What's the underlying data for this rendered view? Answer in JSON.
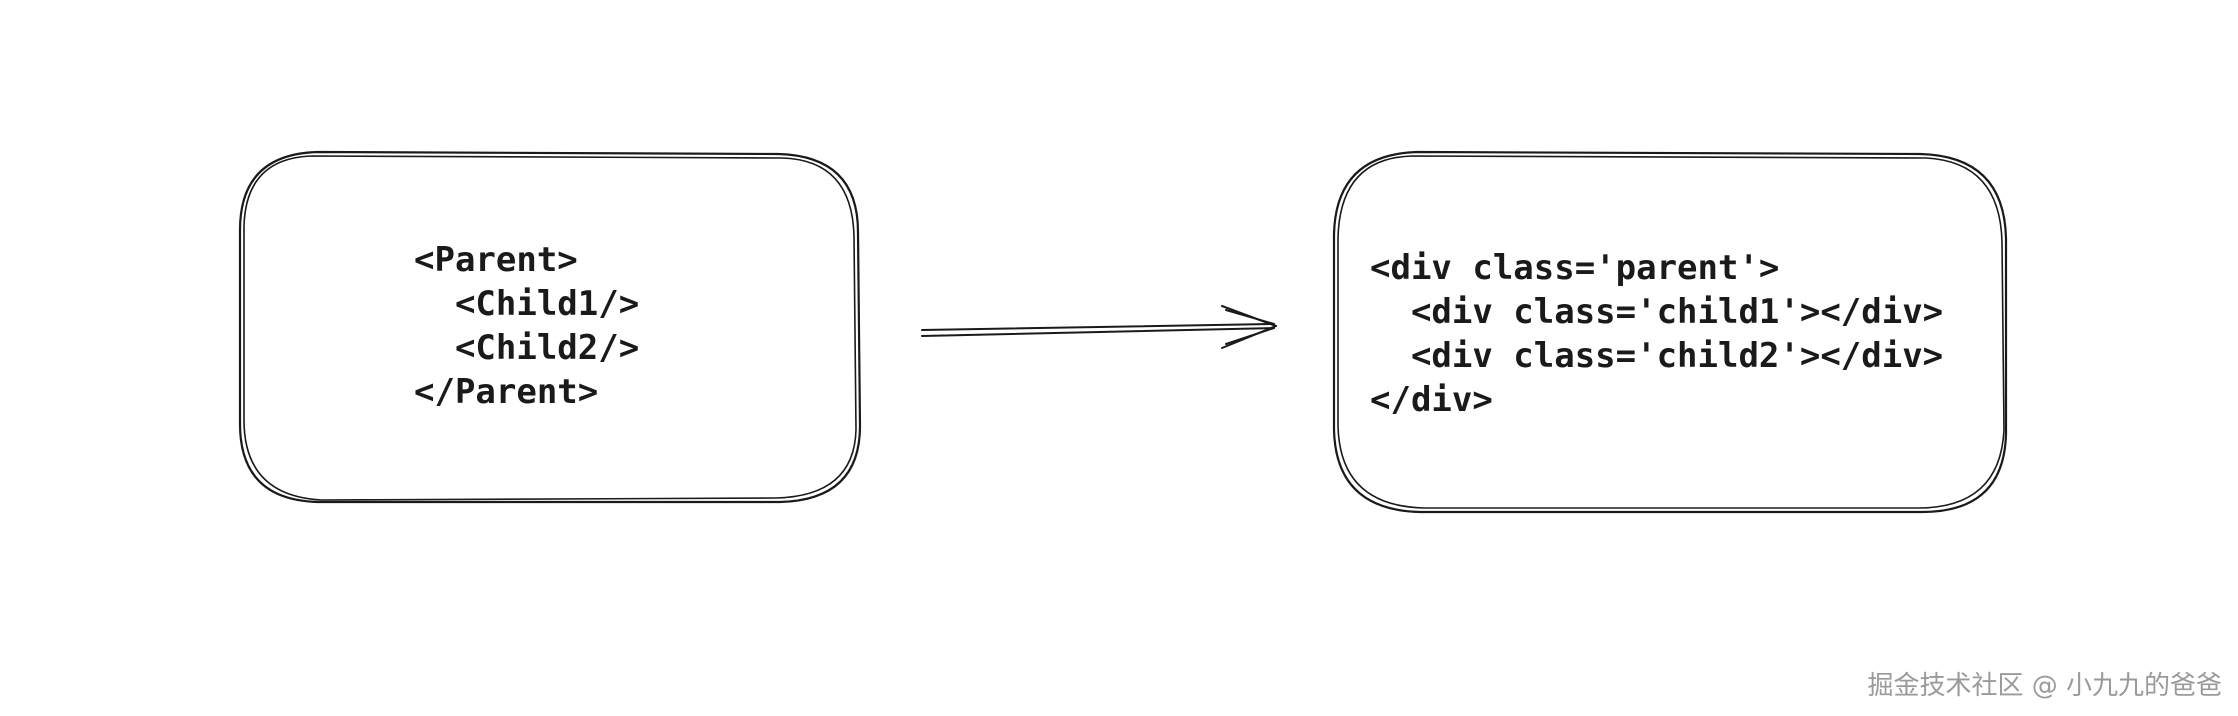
{
  "diagram": {
    "source_box": {
      "lines": [
        "<Parent>",
        "  <Child1/>",
        "  <Child2/>",
        "</Parent>"
      ]
    },
    "arrow": {
      "direction": "right"
    },
    "target_box": {
      "lines": [
        "<div class='parent'>",
        "  <div class='child1'></div>",
        "  <div class='child2'></div>",
        "</div>"
      ]
    }
  },
  "watermark": {
    "text": "掘金技术社区 @ 小九九的爸爸"
  },
  "colors": {
    "stroke": "#1a1a1a",
    "background": "#ffffff",
    "watermark": "#9a9a9a"
  }
}
